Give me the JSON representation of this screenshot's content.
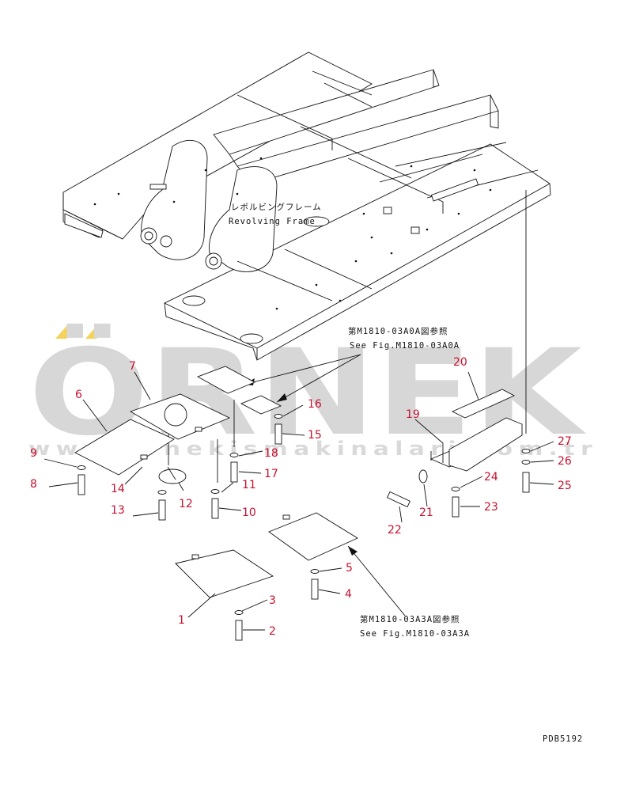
{
  "frame_label": {
    "jp": "レボルビングフレーム",
    "en": "Revolving Frame"
  },
  "reference_top": {
    "jp": "第M1810-03A0A図参照",
    "en": "See Fig.M1810-03A0A"
  },
  "reference_bottom": {
    "jp": "第M1810-03A3A図参照",
    "en": "See Fig.M1810-03A3A"
  },
  "callouts": {
    "c1": "1",
    "c2": "2",
    "c3": "3",
    "c4": "4",
    "c5": "5",
    "c6": "6",
    "c7": "7",
    "c8": "8",
    "c9": "9",
    "c10": "10",
    "c11": "11",
    "c12": "12",
    "c13": "13",
    "c14": "14",
    "c15": "15",
    "c16": "16",
    "c17": "17",
    "c18": "18",
    "c19": "19",
    "c20": "20",
    "c21": "21",
    "c22": "22",
    "c23": "23",
    "c24": "24",
    "c25": "25",
    "c26": "26",
    "c27": "27"
  },
  "drawing_number": "PDB5192",
  "watermark": {
    "brand": "ÖRNEK",
    "url": "www.ornekismakinalari.com.tr"
  },
  "colors": {
    "callout": "#c8102e",
    "line": "#111111",
    "watermark": "#d7d7d7",
    "watermark_accent": "#f3d35a"
  }
}
